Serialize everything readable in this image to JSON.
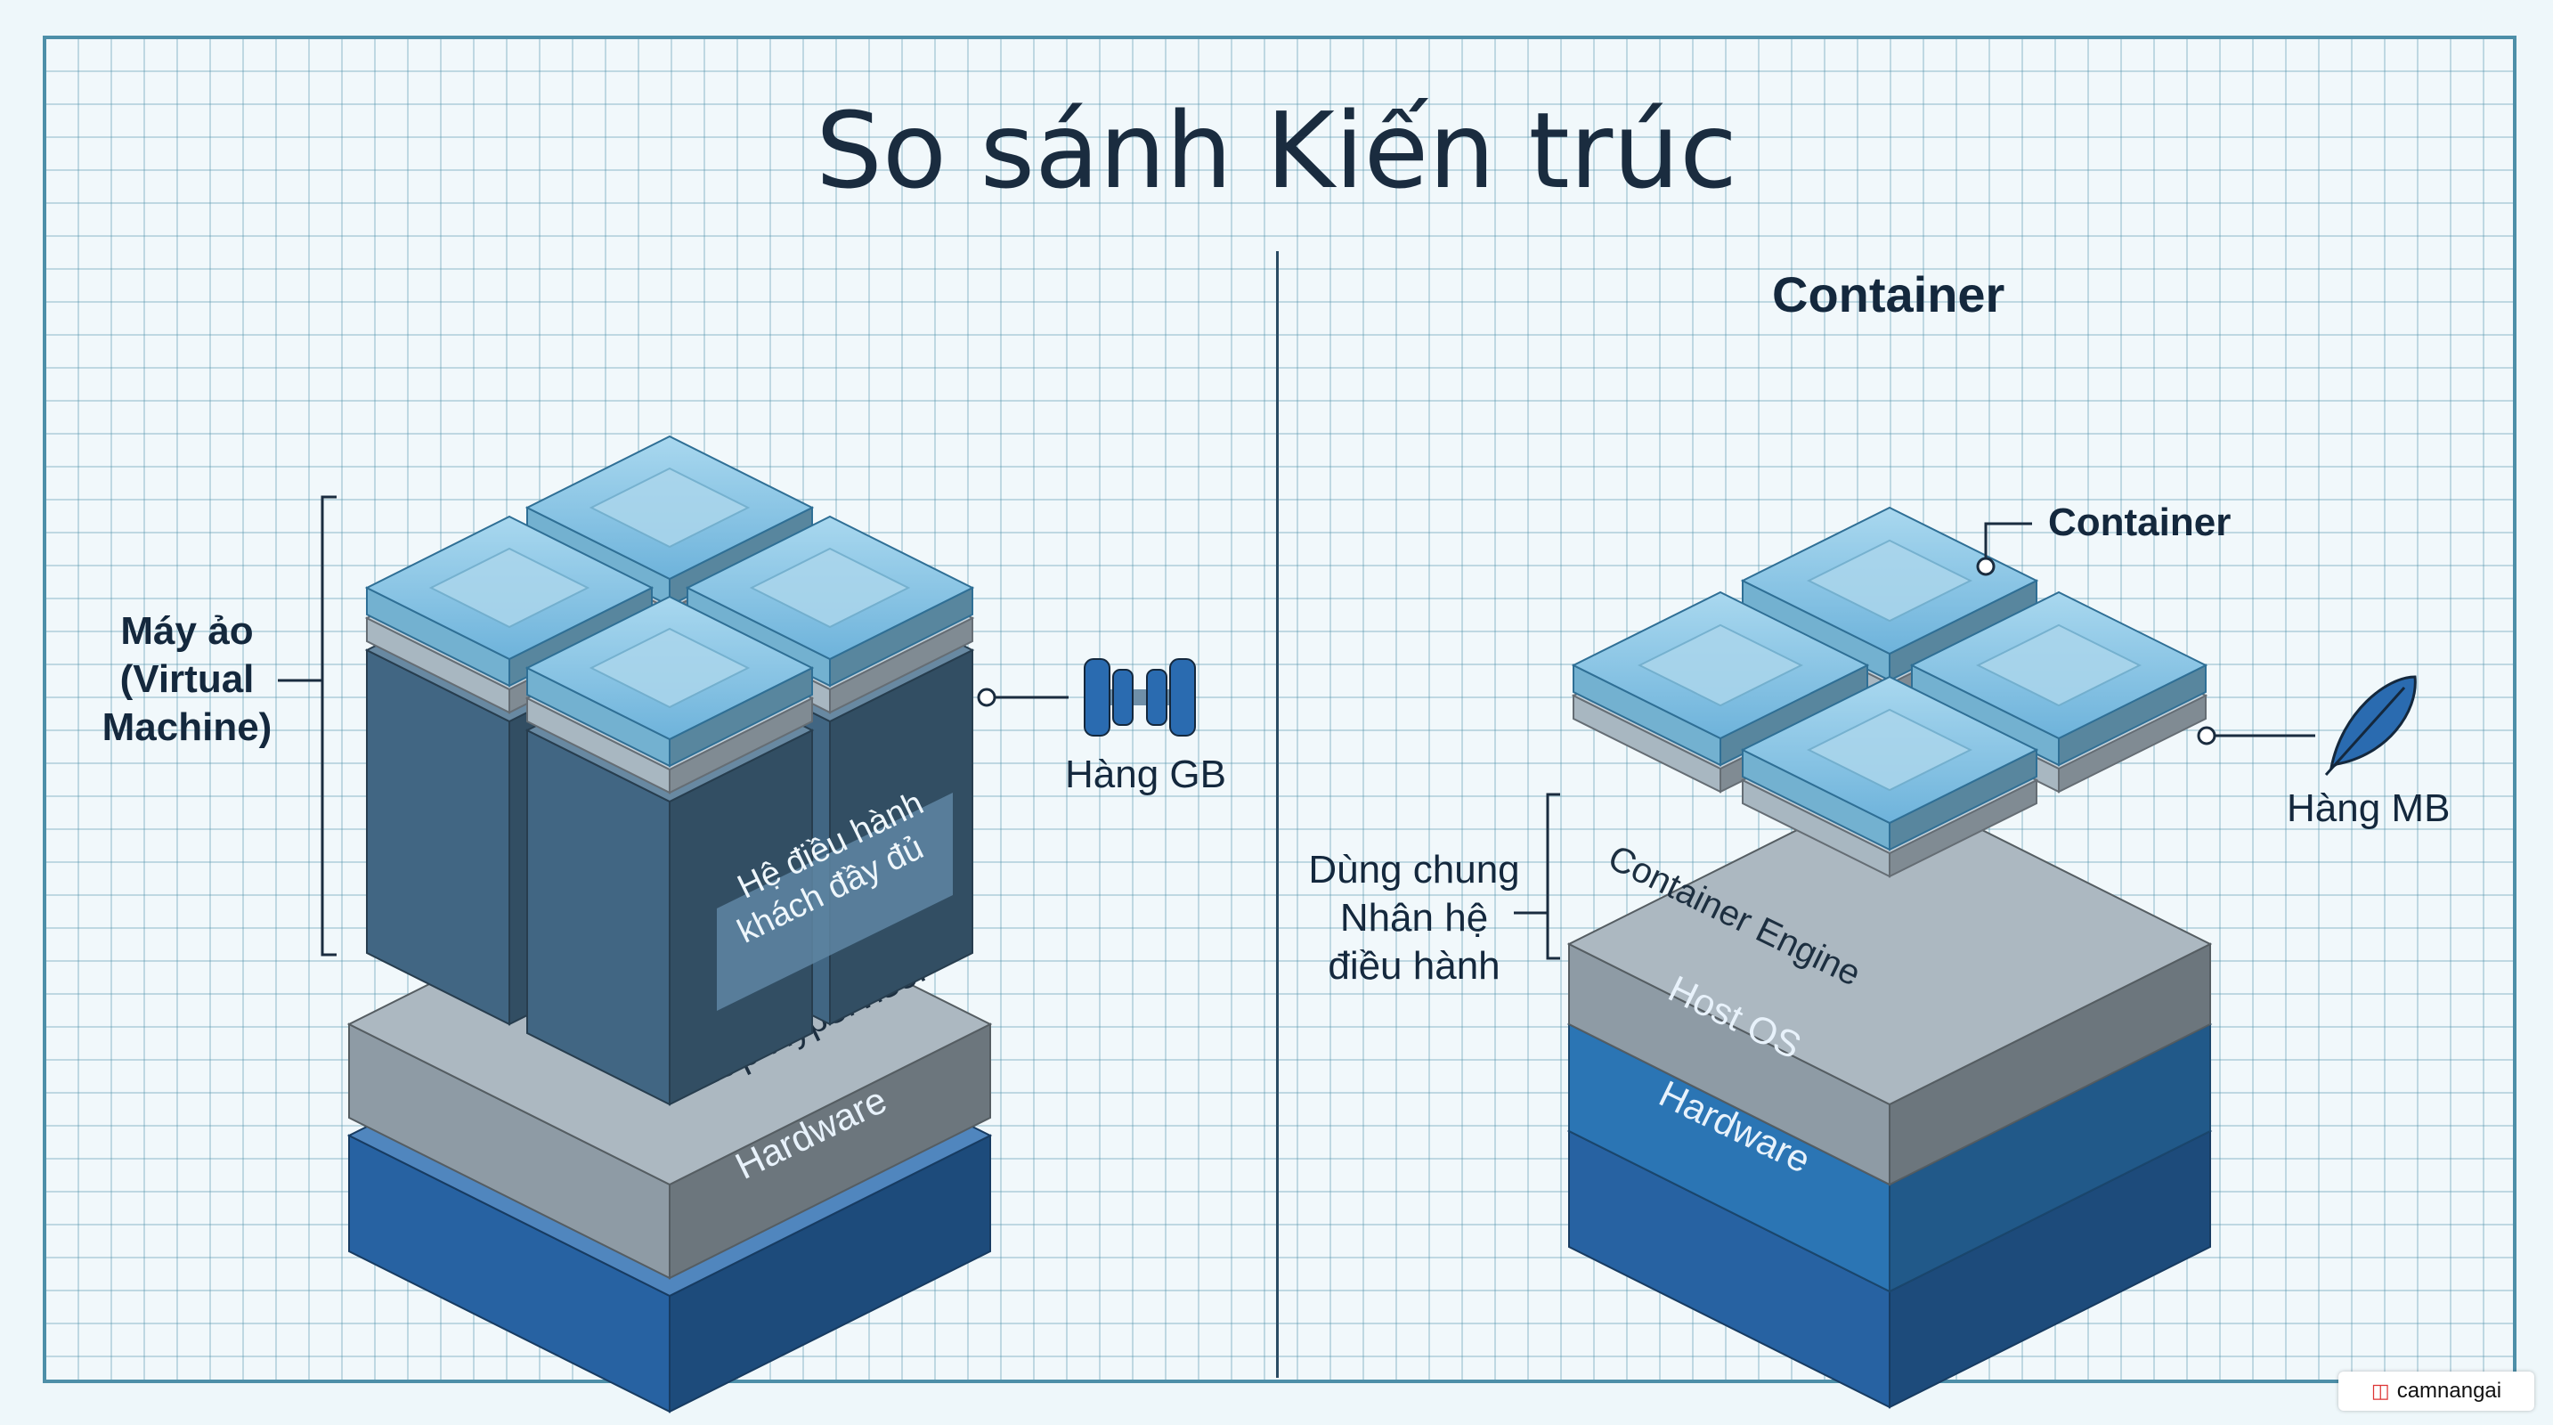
{
  "title": "So sánh Kiến trúc",
  "right_heading": "Container",
  "vm": {
    "label": "Máy ảo (Virtual Machine)",
    "guest_os_label": "Hệ điều hành khách đầy đủ",
    "hypervisor_label": "Lớp Hypervisor",
    "hardware_label": "Hardware",
    "size_label": "Hàng GB",
    "size_icon": "dumbbell-icon"
  },
  "container": {
    "callout_label": "Container",
    "engine_label": "Container Engine",
    "host_os_label": "Host OS",
    "hardware_label": "Hardware",
    "shared_kernel_label": "Dùng chung Nhân hệ điều hành",
    "size_label": "Hàng MB",
    "size_icon": "feather-icon"
  },
  "watermark": "camnangai",
  "colors": {
    "hardware": "#2a6bb0",
    "hypervisor": "#9aa9b3",
    "guest_os": "#476f8e",
    "glass": "#7dc0e2",
    "grid_line": "#4d8fa8",
    "text": "#14283d"
  }
}
